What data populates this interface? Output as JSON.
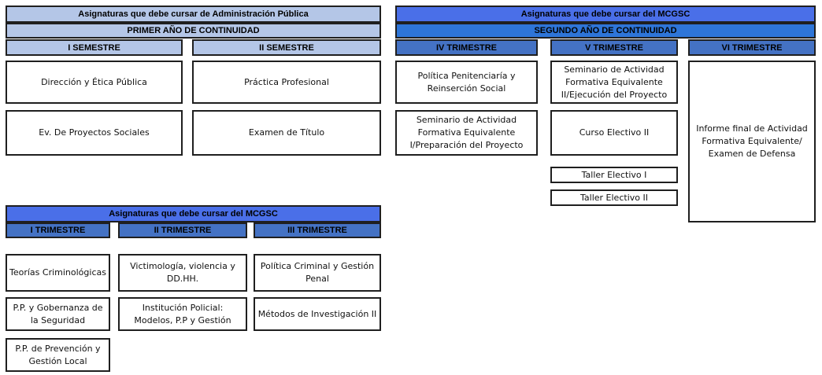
{
  "admin": {
    "title": "Asignaturas que debe cursar de Administración Pública",
    "year": "PRIMER AÑO DE CONTINUIDAD",
    "sem1": "I SEMESTRE",
    "sem2": "II SEMESTRE",
    "sem1_items": [
      "Dirección y Ética Pública",
      "Ev. De Proyectos Sociales"
    ],
    "sem2_items": [
      "Práctica Profesional",
      "Examen de Título"
    ]
  },
  "mcgsc_top": {
    "title": "Asignaturas que debe cursar del  MCGSC",
    "year": "SEGUNDO AÑO DE CONTINUIDAD",
    "t4": "IV TRIMESTRE",
    "t5": "V TRIMESTRE",
    "t6": "VI TRIMESTRE",
    "t4_items": [
      "Política Penitenciaría y\nReinserción Social",
      "Seminario de Actividad\nFormativa Equivalente\nI/Preparación del Proyecto"
    ],
    "t5_items": [
      "Seminario de Actividad\nFormativa Equivalente\nII/Ejecución del Proyecto",
      "Curso Electivo II",
      "Taller Electivo I",
      "Taller Electivo II"
    ],
    "t6_items": [
      "Informe final de Actividad\nFormativa Equivalente/\nExamen de Defensa"
    ]
  },
  "mcgsc_bottom": {
    "title": "Asignaturas que debe cursar del  MCGSC",
    "t1": "I TRIMESTRE",
    "t2": "II TRIMESTRE",
    "t3": "III TRIMESTRE",
    "t1_items": [
      "Teorías Criminológicas",
      "P.P. y Gobernanza de\nla Seguridad",
      "P.P. de Prevención y\nGestión Local"
    ],
    "t2_items": [
      "Victimología, violencia y\nDD.HH.",
      "Institución Policial:\nModelos, P.P y Gestión"
    ],
    "t3_items": [
      "Política Criminal y Gestión\nPenal",
      "Métodos de Investigación II"
    ]
  }
}
